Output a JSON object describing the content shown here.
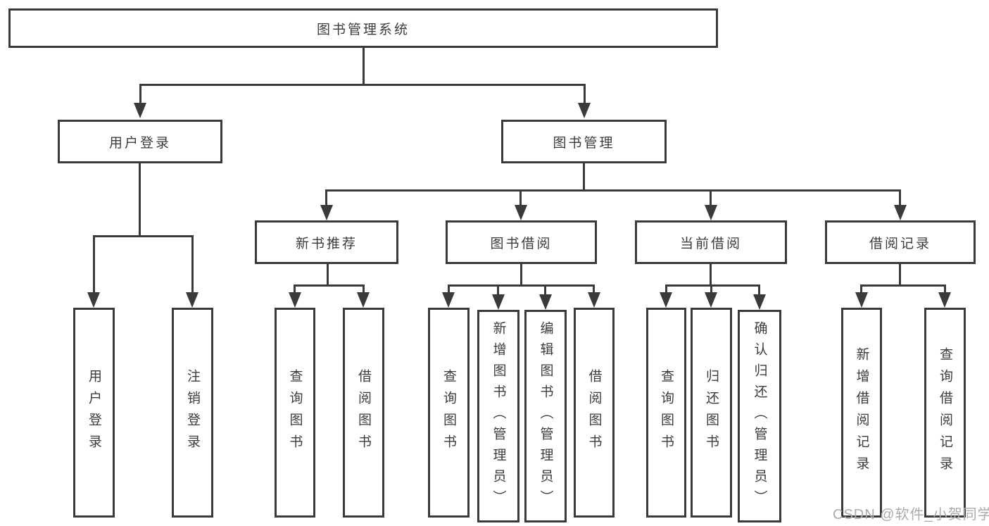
{
  "nodes": {
    "root": "图书管理系统",
    "level2": [
      "用户登录",
      "图书管理"
    ],
    "level3": [
      "新书推荐",
      "图书借阅",
      "当前借阅",
      "借阅记录"
    ],
    "leaves": [
      "用户登录",
      "注销登录",
      "查询图书",
      "借阅图书",
      "查询图书",
      "新增图书（管理员）",
      "编辑图书（管理员）",
      "借阅图书",
      "查询图书",
      "归还图书",
      "确认归还（管理员）",
      "新增借阅记录",
      "查询借阅记录"
    ]
  },
  "watermark": "CSDN @软件_小贺同学",
  "colors": {
    "line": "#3a3a3a",
    "box_border": "#3a3a3a",
    "text": "#3c3c3c",
    "background": "#ffffff",
    "watermark": "#ababab"
  }
}
